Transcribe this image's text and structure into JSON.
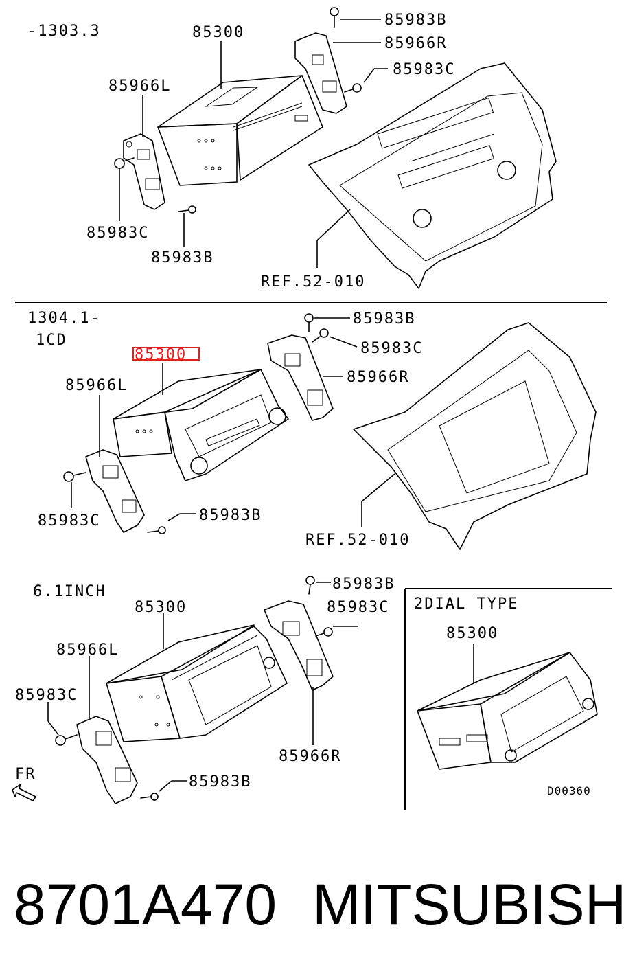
{
  "sections": [
    {
      "variant": [
        "-1303.3"
      ],
      "labels": {
        "unit": "85300",
        "bracket_l": "85966L",
        "bracket_r": "85966R",
        "screw_b_top": "85983B",
        "screw_c_top": "85983C",
        "screw_c_left": "85983C",
        "screw_b_bottom": "85983B",
        "ref": "REF.52-010"
      }
    },
    {
      "variant": [
        "1304.1-",
        "1CD"
      ],
      "labels": {
        "unit": "85300",
        "bracket_l": "85966L",
        "bracket_r": "85966R",
        "screw_b_top": "85983B",
        "screw_c_top": "85983C",
        "screw_c_left": "85983C",
        "screw_b_bottom": "85983B",
        "ref": "REF.52-010"
      }
    },
    {
      "variant": [
        "6.1INCH"
      ],
      "labels": {
        "unit": "85300",
        "bracket_l": "85966L",
        "bracket_r": "85966R",
        "screw_b_top": "85983B",
        "screw_c_top": "85983C",
        "screw_c_left": "85983C",
        "screw_b_bottom": "85983B"
      },
      "direction": "FR"
    }
  ],
  "inset": {
    "title": "2DIAL TYPE",
    "unit": "85300",
    "code": "D00360"
  },
  "footer": {
    "part_number": "8701A470",
    "brand": "MITSUBISHI"
  },
  "highlight_color": "#e02020"
}
